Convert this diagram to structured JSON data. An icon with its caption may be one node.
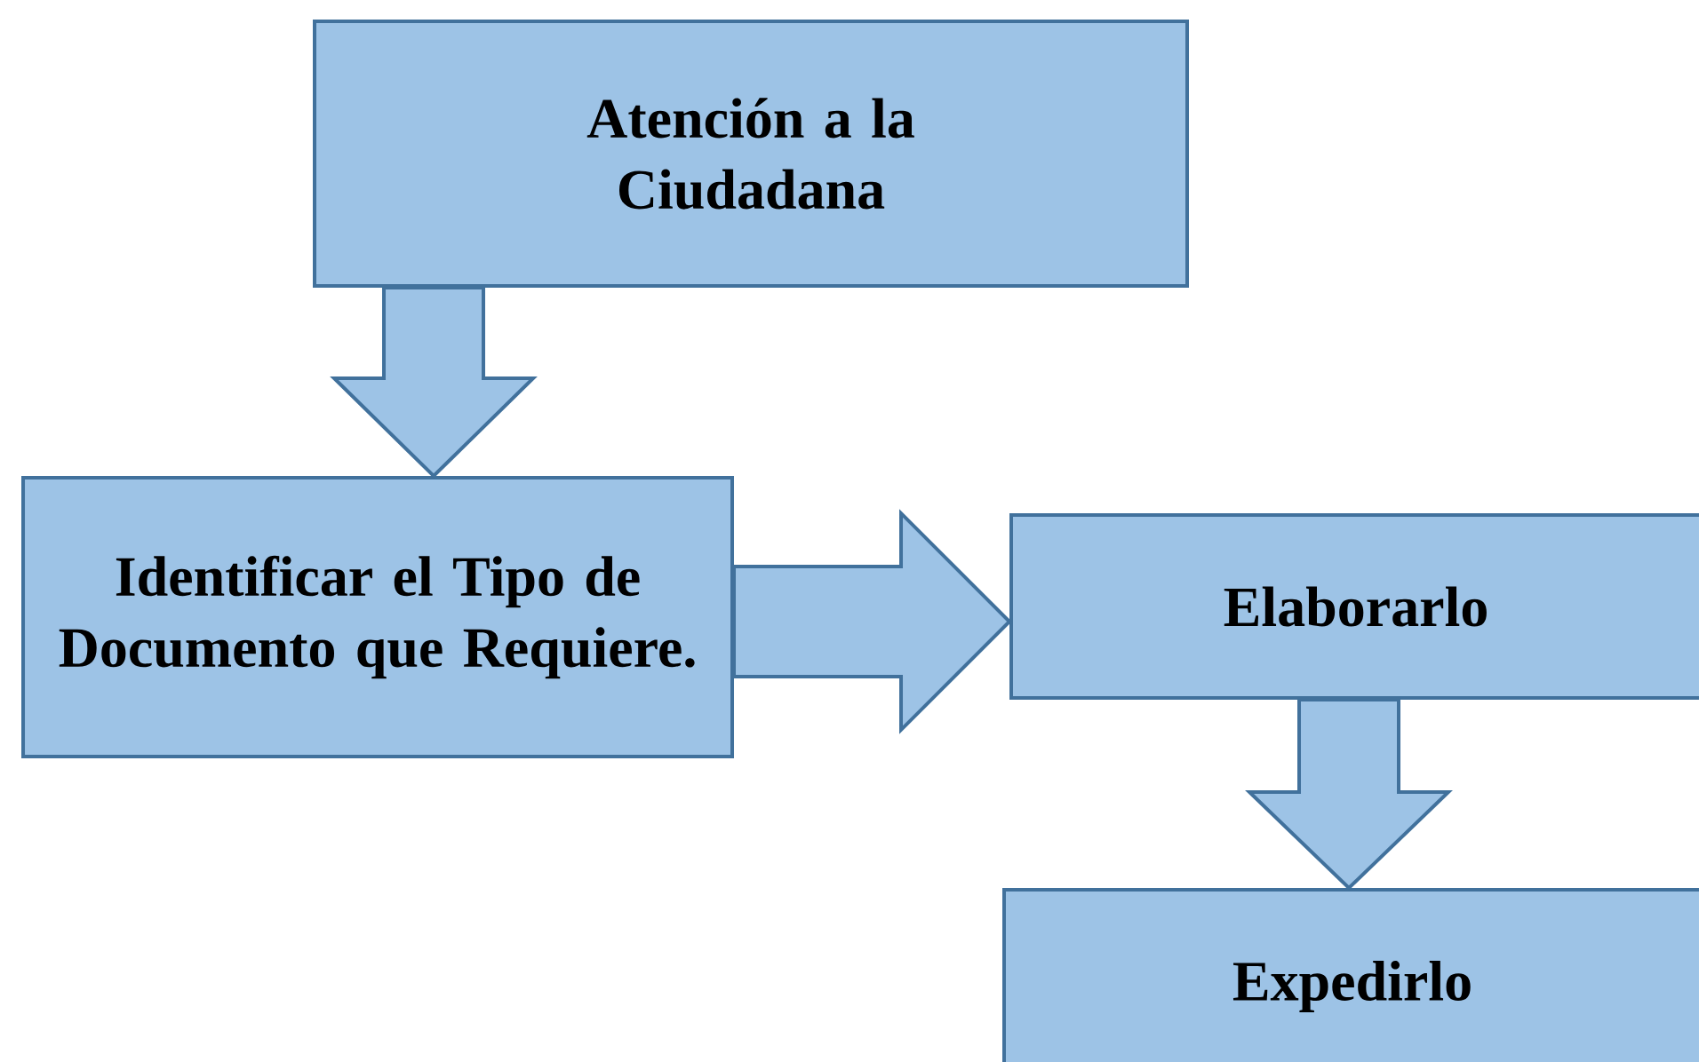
{
  "diagram": {
    "nodes": [
      {
        "text": [
          "Atención a la Ciudadana"
        ]
      },
      {
        "text": [
          "Identificar el Tipo de Documento que Requiere."
        ]
      },
      {
        "text": [
          "Elaborarlo"
        ]
      },
      {
        "text": [
          "Expedirlo"
        ]
      }
    ],
    "edges": [
      {
        "from": 0,
        "to": 1,
        "arrow": "to"
      },
      {
        "from": 1,
        "to": 2,
        "arrow": "to"
      },
      {
        "from": 2,
        "to": 3,
        "arrow": "to"
      }
    ]
  }
}
